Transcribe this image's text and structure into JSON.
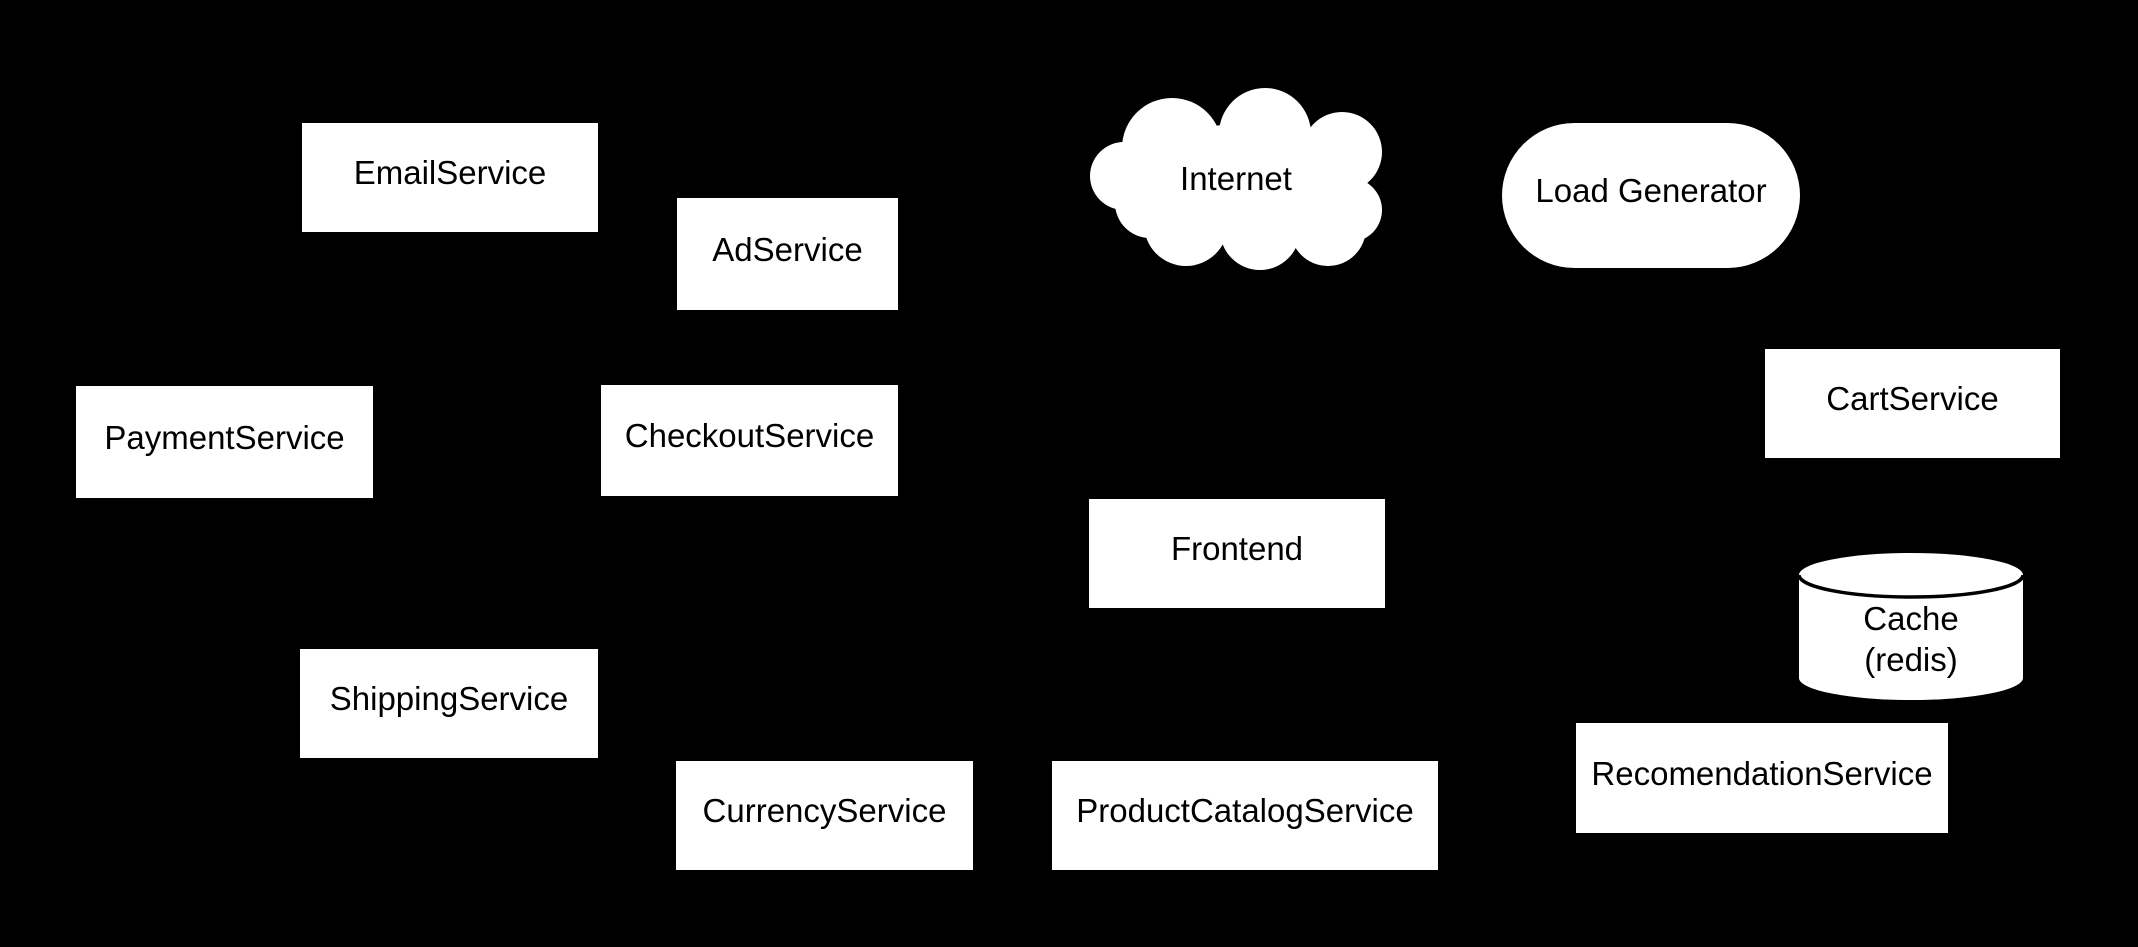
{
  "diagram": {
    "background_color": "#000000",
    "node_fill_color": "#ffffff",
    "node_text_color": "#000000",
    "nodes": [
      {
        "id": "email",
        "label": "EmailService",
        "shape": "rectangle"
      },
      {
        "id": "ad",
        "label": "AdService",
        "shape": "rectangle"
      },
      {
        "id": "internet",
        "label": "Internet",
        "shape": "cloud"
      },
      {
        "id": "loadgen",
        "label": "Load Generator",
        "shape": "stadium"
      },
      {
        "id": "cart",
        "label": "CartService",
        "shape": "rectangle"
      },
      {
        "id": "payment",
        "label": "PaymentService",
        "shape": "rectangle"
      },
      {
        "id": "checkout",
        "label": "CheckoutService",
        "shape": "rectangle"
      },
      {
        "id": "frontend",
        "label": "Frontend",
        "shape": "rectangle"
      },
      {
        "id": "cache",
        "label_line1": "Cache",
        "label_line2": "(redis)",
        "shape": "cylinder"
      },
      {
        "id": "shipping",
        "label": "ShippingService",
        "shape": "rectangle"
      },
      {
        "id": "currency",
        "label": "CurrencyService",
        "shape": "rectangle"
      },
      {
        "id": "productcatalog",
        "label": "ProductCatalogService",
        "shape": "rectangle"
      },
      {
        "id": "recomendation",
        "label": "RecomendationService",
        "shape": "rectangle"
      }
    ]
  }
}
